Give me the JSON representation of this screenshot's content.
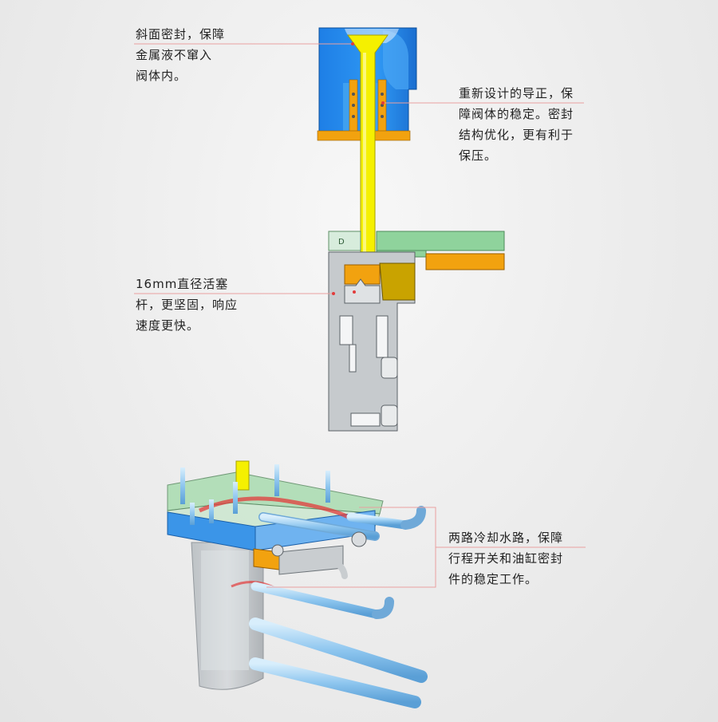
{
  "callouts": {
    "bevel_seal": "斜面密封，保障\n金属液不窜入\n阀体内。",
    "guide": "重新设计的导正，保\n障阀体的稳定。密封\n结构优化，更有利于\n保压。",
    "rod": "16mm直径活塞\n杆，更坚固，响应\n速度更快。",
    "cooling": "两路冷却水路，保障\n行程开关和油缸密封\n件的稳定工作。"
  },
  "colors": {
    "valve_body": "#2b8ef0",
    "stem": "#f5f000",
    "brass": "#f2a20f",
    "mount_green": "#8fd39c",
    "cylinder_gray": "#c3c8cc",
    "accent_line": "#e23b3b",
    "tube_blue": "#9fd0f2"
  }
}
